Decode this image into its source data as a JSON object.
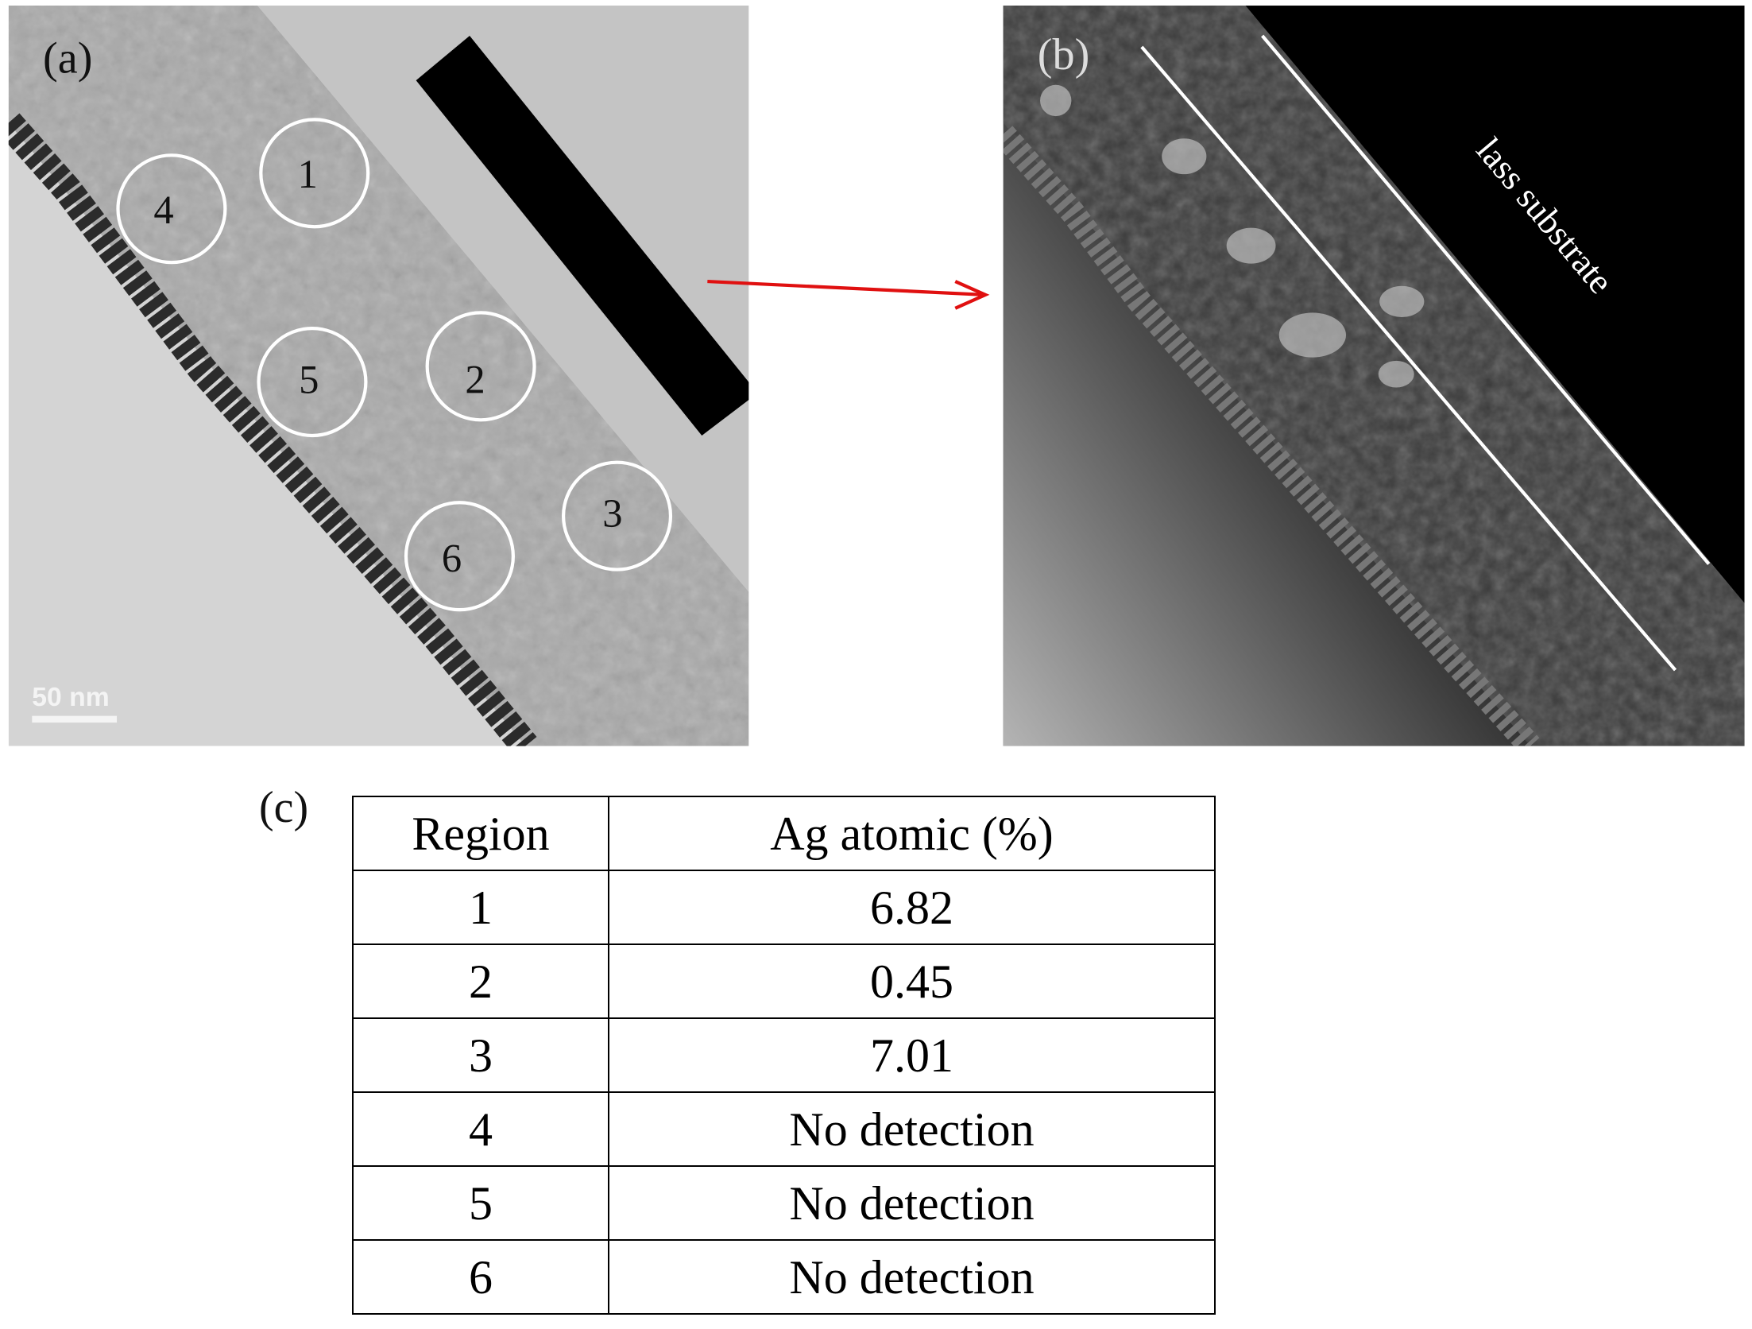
{
  "panel_a": {
    "label": "(a)",
    "scale_bar": "50 nm",
    "regions": [
      "1",
      "2",
      "3",
      "4",
      "5",
      "6"
    ]
  },
  "panel_b": {
    "label": "(b)",
    "substrate_label": "lass substrate"
  },
  "panel_c": {
    "label": "(c)",
    "table": {
      "headers": [
        "Region",
        "Ag atomic (%)"
      ],
      "rows": [
        [
          "1",
          "6.82"
        ],
        [
          "2",
          "0.45"
        ],
        [
          "3",
          "7.01"
        ],
        [
          "4",
          "No detection"
        ],
        [
          "5",
          "No detection"
        ],
        [
          "6",
          "No detection"
        ]
      ]
    }
  },
  "colors": {
    "arrow": "#e01010"
  }
}
